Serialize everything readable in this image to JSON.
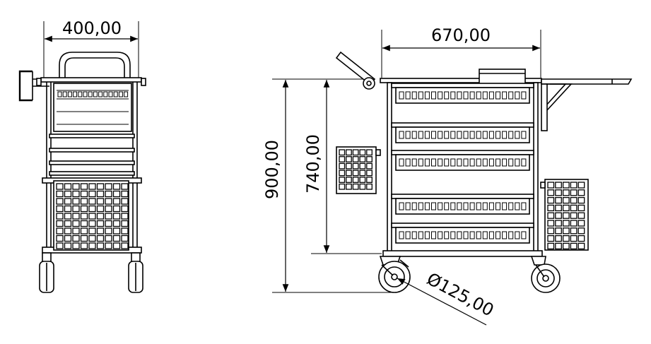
{
  "dimensions": {
    "front_width": "400,00",
    "side_width": "670,00",
    "overall_height": "900,00",
    "body_height": "740,00",
    "wheel_diameter": "Ø125,00"
  }
}
